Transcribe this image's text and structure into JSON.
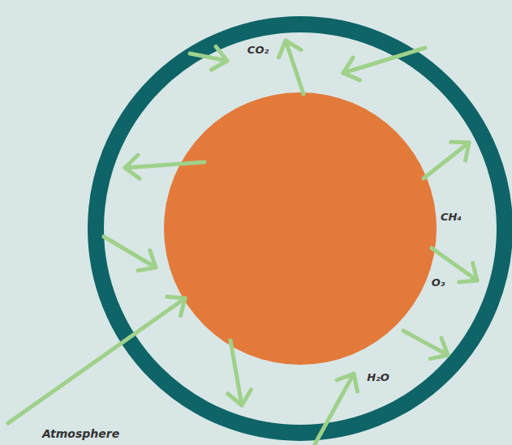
{
  "diagram": {
    "labels": [
      "CO₂",
      "CH₄",
      "O₃",
      "H₂O",
      "Atmosphere"
    ]
  }
}
